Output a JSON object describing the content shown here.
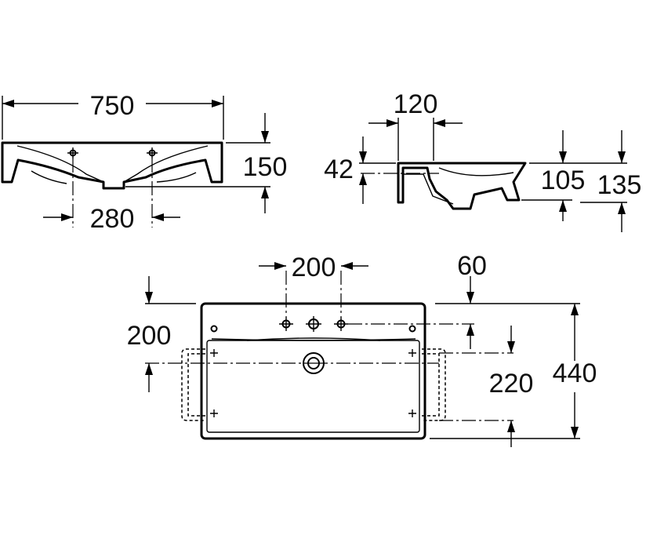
{
  "dimensions": {
    "front_width": "750",
    "front_height": "150",
    "front_tap_spacing": "280",
    "side_depth": "120",
    "side_rim": "42",
    "side_inner_height": "105",
    "side_total_height": "135",
    "top_tap_spacing": "200",
    "top_rear_offset": "60",
    "top_bracket_height": "200",
    "top_bracket_spacing": "220",
    "top_depth": "440"
  },
  "colors": {
    "line": "#000000",
    "background": "#ffffff"
  }
}
